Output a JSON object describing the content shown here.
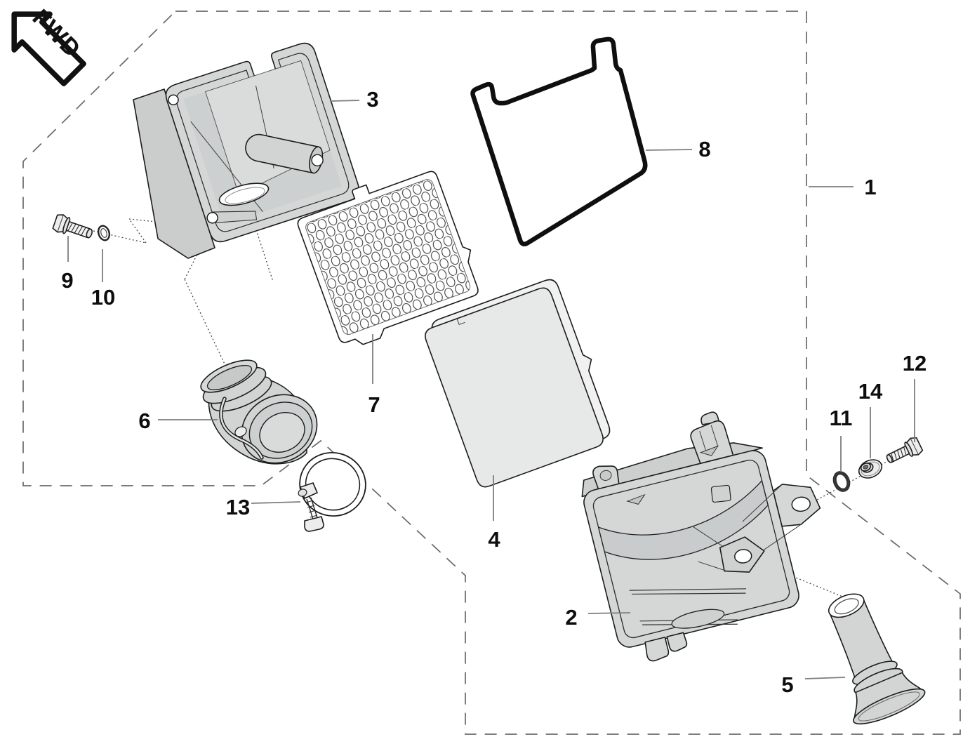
{
  "diagram": {
    "orientation_label": "FWD",
    "callouts": [
      {
        "label": "1"
      },
      {
        "label": "2"
      },
      {
        "label": "3"
      },
      {
        "label": "4"
      },
      {
        "label": "5"
      },
      {
        "label": "6"
      },
      {
        "label": "7"
      },
      {
        "label": "8"
      },
      {
        "label": "9"
      },
      {
        "label": "10"
      },
      {
        "label": "11"
      },
      {
        "label": "12"
      },
      {
        "label": "13"
      },
      {
        "label": "14"
      }
    ],
    "colors": {
      "background": "#ffffff",
      "part_fill": "#d5d7d7",
      "part_fill_dark": "#c8cbcb",
      "part_fill_light": "#e8e9e9",
      "outline": "#1c1c1c",
      "gasket_outline": "#0f0f0f",
      "leader_line": "#7d7d7d",
      "boundary_dash": "#696969",
      "label_text": "#0d0d0d"
    }
  }
}
